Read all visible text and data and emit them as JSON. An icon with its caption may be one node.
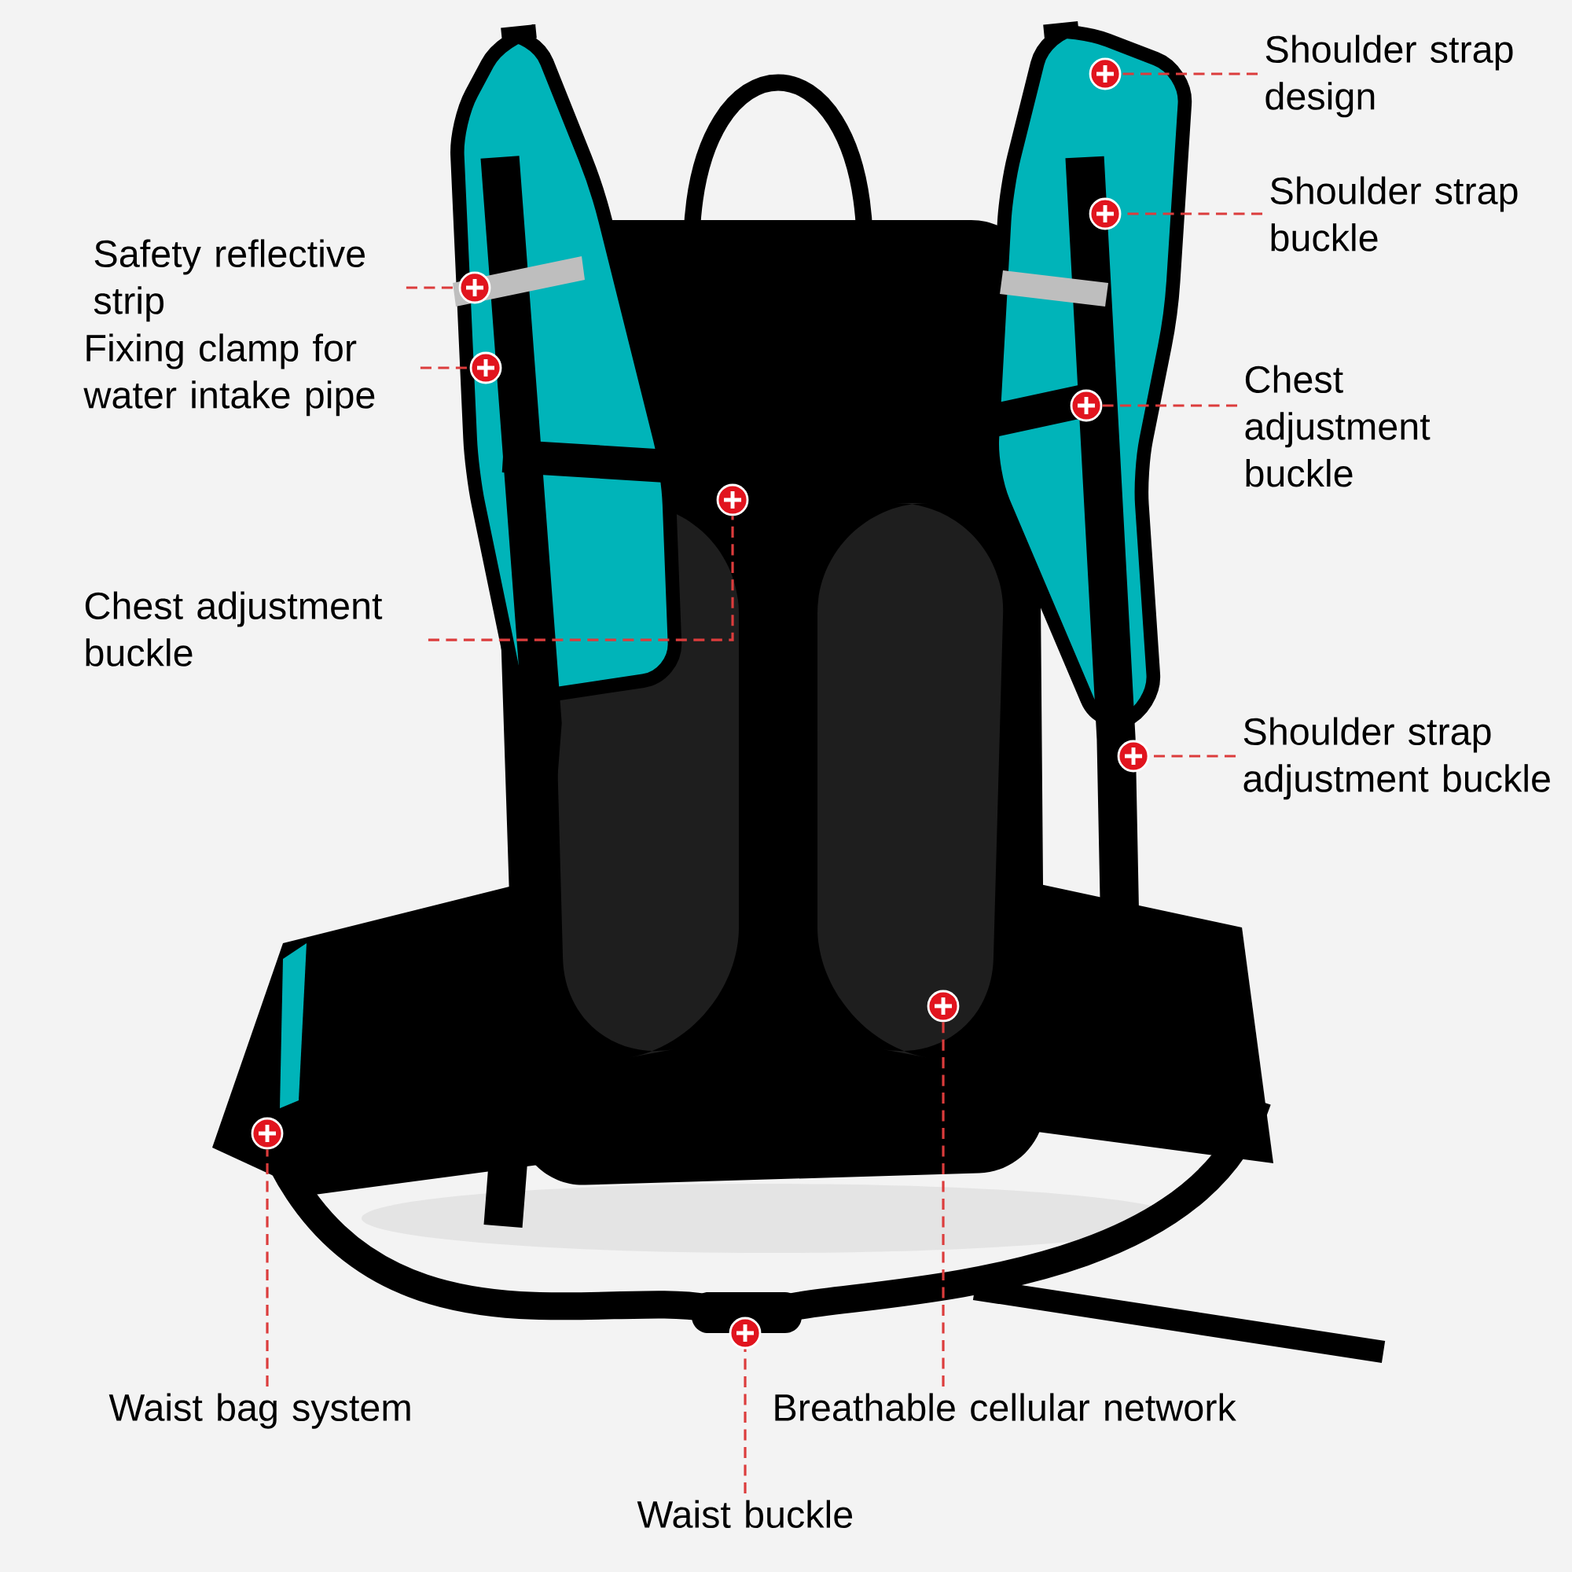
{
  "diagram": {
    "nodes": [
      {
        "text": [
          "Shoulder strap design"
        ]
      },
      {
        "text": [
          "Shoulder strap buckle"
        ]
      },
      {
        "text": [
          "Safety reflective strip"
        ]
      },
      {
        "text": [
          "Fixing clamp for water intake pipe"
        ]
      },
      {
        "text": [
          "Chest adjustment buckle"
        ]
      },
      {
        "text": [
          "Chest adjustment buckle"
        ]
      },
      {
        "text": [
          "Shoulder strap adjustment buckle"
        ]
      },
      {
        "text": [
          "Waist bag system"
        ]
      },
      {
        "text": [
          "Breathable cellular network"
        ]
      },
      {
        "text": [
          "Waist buckle"
        ]
      },
      {
        "text": [],
        "shape": "circle"
      },
      {
        "text": [],
        "shape": "circle"
      },
      {
        "text": [],
        "shape": "circle"
      },
      {
        "text": [],
        "shape": "circle"
      },
      {
        "text": [],
        "shape": "circle"
      },
      {
        "text": [],
        "shape": "circle"
      },
      {
        "text": [],
        "shape": "circle"
      },
      {
        "text": [],
        "shape": "circle"
      },
      {
        "text": [],
        "shape": "circle"
      },
      {
        "text": [],
        "shape": "circle"
      }
    ],
    "edges": [
      {
        "from": 0,
        "to": 10,
        "arrow": "none",
        "style": "dashed"
      },
      {
        "from": 1,
        "to": 11,
        "arrow": "none",
        "style": "dashed"
      },
      {
        "from": 2,
        "to": 12,
        "arrow": "none",
        "style": "dashed"
      },
      {
        "from": 3,
        "to": 13,
        "arrow": "none",
        "style": "dashed"
      },
      {
        "from": 4,
        "to": 14,
        "arrow": "none",
        "style": "dashed"
      },
      {
        "from": 5,
        "to": 15,
        "arrow": "none",
        "style": "dashed"
      },
      {
        "from": 6,
        "to": 16,
        "arrow": "none",
        "style": "dashed"
      },
      {
        "from": 7,
        "to": 17,
        "arrow": "none",
        "style": "dashed"
      },
      {
        "from": 8,
        "to": 18,
        "arrow": "none",
        "style": "dashed"
      },
      {
        "from": 9,
        "to": 19,
        "arrow": "none",
        "style": "dashed"
      }
    ]
  }
}
